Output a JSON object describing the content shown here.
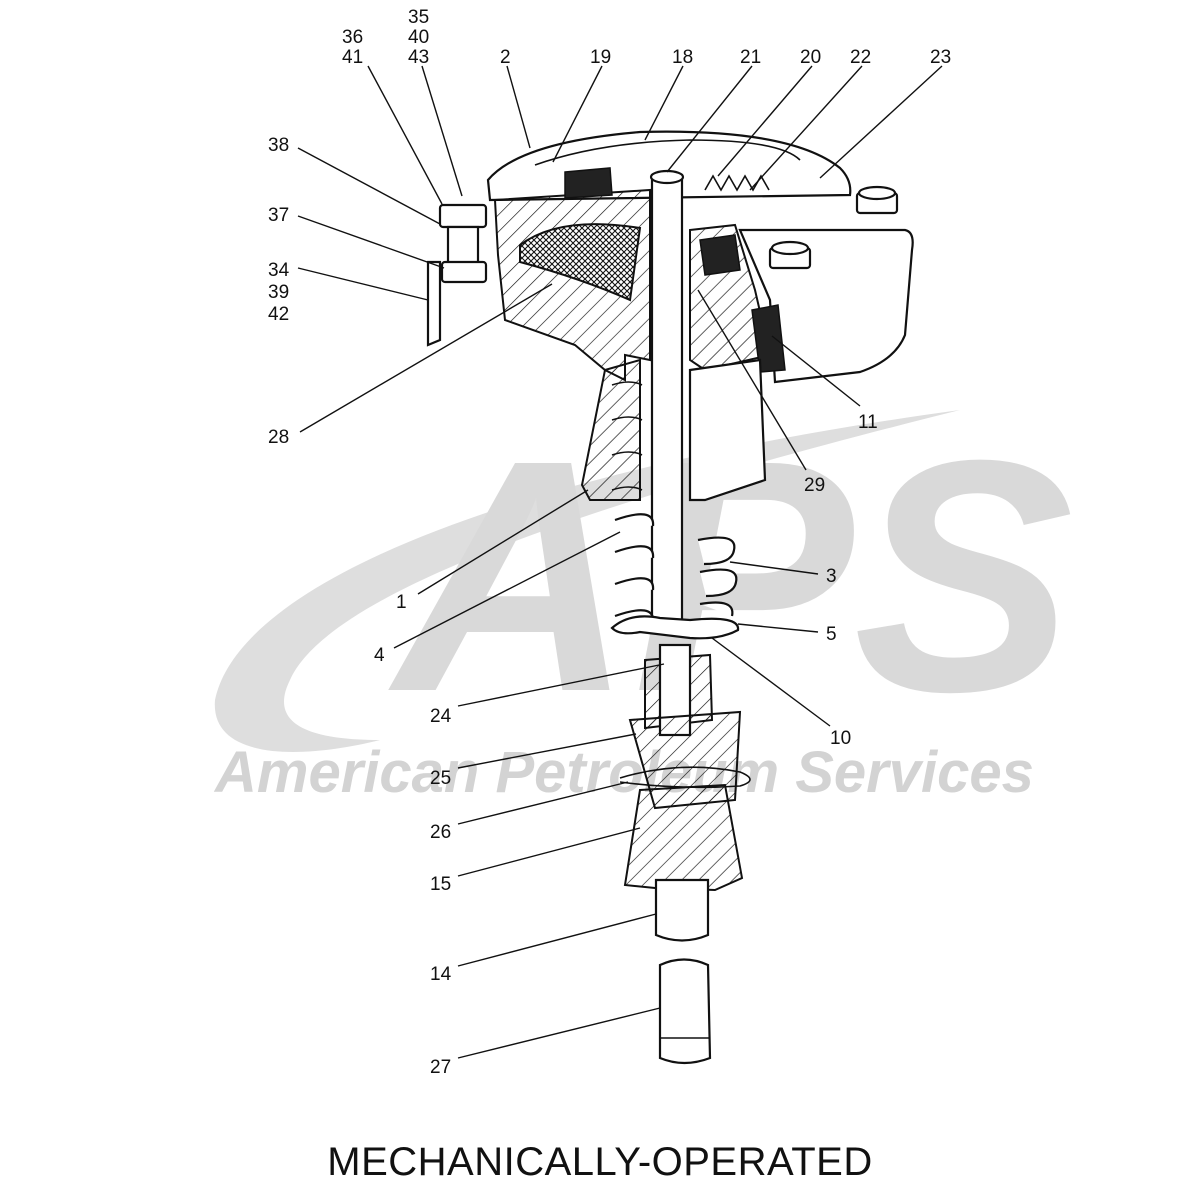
{
  "diagram": {
    "caption": "MECHANICALLY-OPERATED",
    "watermark": {
      "logo": "APS",
      "company": "American Petroleum Services"
    },
    "callouts": [
      {
        "id": "c36",
        "text": "36"
      },
      {
        "id": "c41",
        "text": "41"
      },
      {
        "id": "c35",
        "text": "35"
      },
      {
        "id": "c40",
        "text": "40"
      },
      {
        "id": "c43",
        "text": "43"
      },
      {
        "id": "c2",
        "text": "2"
      },
      {
        "id": "c19",
        "text": "19"
      },
      {
        "id": "c18",
        "text": "18"
      },
      {
        "id": "c21",
        "text": "21"
      },
      {
        "id": "c20",
        "text": "20"
      },
      {
        "id": "c22",
        "text": "22"
      },
      {
        "id": "c23",
        "text": "23"
      },
      {
        "id": "c38",
        "text": "38"
      },
      {
        "id": "c37",
        "text": "37"
      },
      {
        "id": "c34",
        "text": "34"
      },
      {
        "id": "c39",
        "text": "39"
      },
      {
        "id": "c42",
        "text": "42"
      },
      {
        "id": "c28",
        "text": "28"
      },
      {
        "id": "c11",
        "text": "11"
      },
      {
        "id": "c29",
        "text": "29"
      },
      {
        "id": "c1",
        "text": "1"
      },
      {
        "id": "c3",
        "text": "3"
      },
      {
        "id": "c4",
        "text": "4"
      },
      {
        "id": "c5",
        "text": "5"
      },
      {
        "id": "c24",
        "text": "24"
      },
      {
        "id": "c10",
        "text": "10"
      },
      {
        "id": "c25",
        "text": "25"
      },
      {
        "id": "c26",
        "text": "26"
      },
      {
        "id": "c15",
        "text": "15"
      },
      {
        "id": "c14",
        "text": "14"
      },
      {
        "id": "c27",
        "text": "27"
      }
    ]
  }
}
